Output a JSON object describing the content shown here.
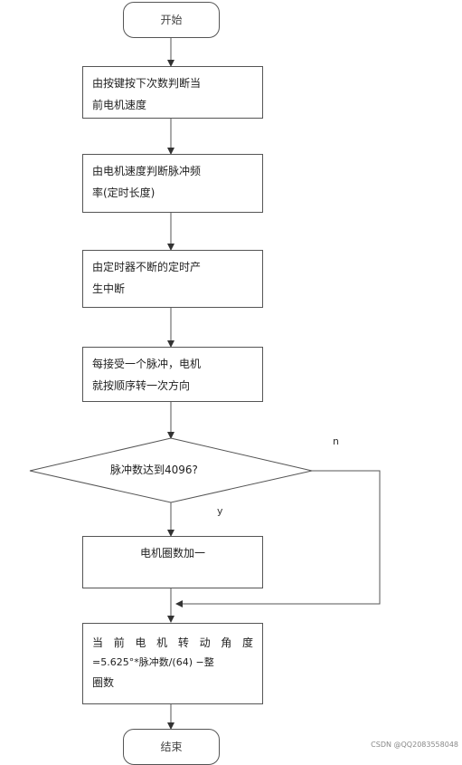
{
  "flowchart": {
    "start": "开始",
    "end": "结束",
    "step1": [
      "由按键按下次数判断当",
      "前电机速度"
    ],
    "step2": [
      "由电机速度判断脉冲频",
      "率(定时长度)"
    ],
    "step3": [
      "由定时器不断的定时产",
      "生中断"
    ],
    "step4": [
      "每接受一个脉冲，电机",
      "就按顺序转一次方向"
    ],
    "decision": "脉冲数达到4096?",
    "yes_label": "y",
    "no_label": "n",
    "step5": "电机圈数加一",
    "step6": [
      "当 前 电 机 转 动 角 度",
      "=5.625°*脉冲数/(64) −整",
      "圈数"
    ]
  },
  "watermark": "CSDN @QQ2083558048"
}
